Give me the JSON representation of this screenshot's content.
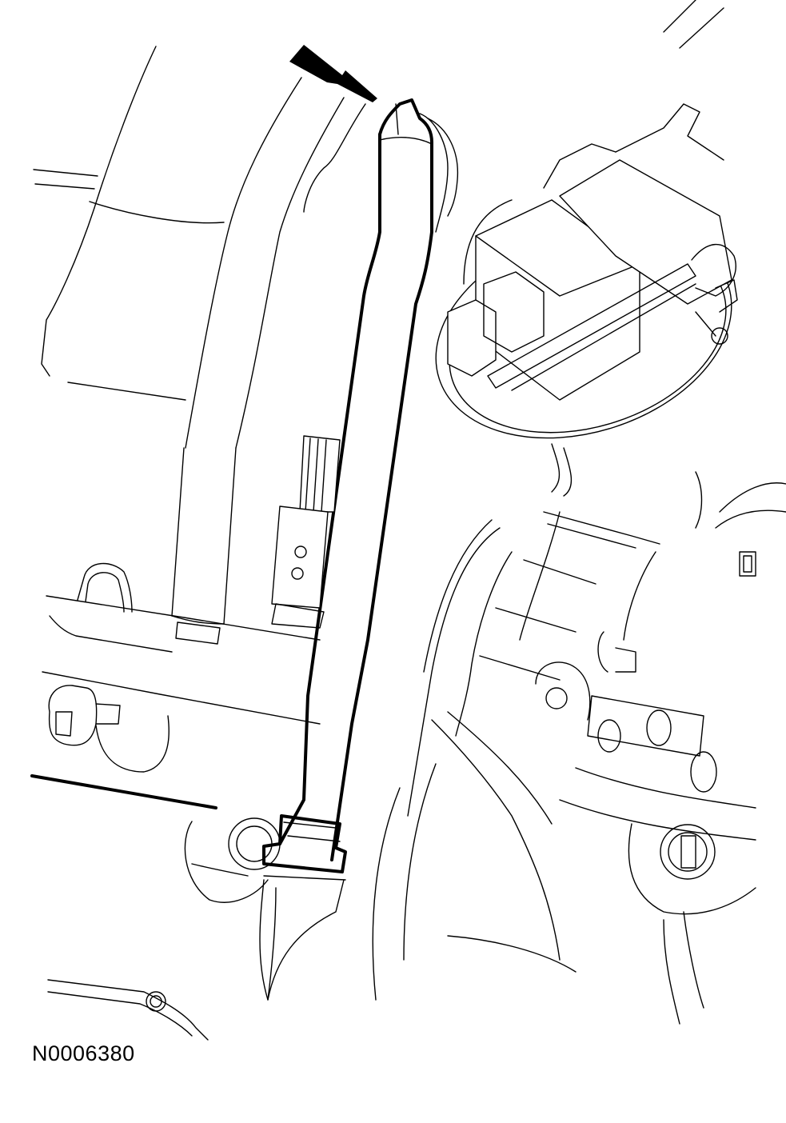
{
  "figure": {
    "id_label": "N0006380",
    "subject": "dipstick-tube",
    "callout": {
      "type": "arrow",
      "color": "#000000",
      "points_to": "dipstick-tube-top"
    },
    "colors": {
      "line": "#000000",
      "background": "#ffffff"
    }
  }
}
